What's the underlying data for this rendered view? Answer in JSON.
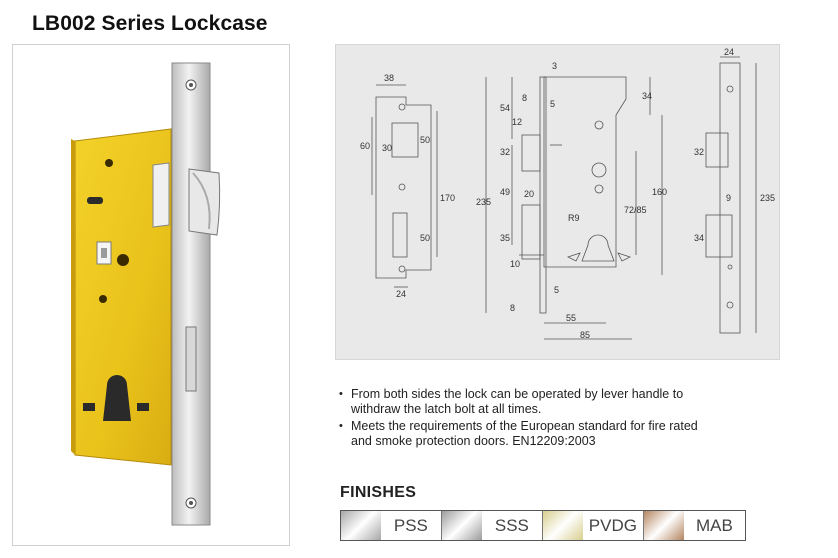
{
  "title": "LB002 Series Lockcase",
  "drawing": {
    "dimensions": {
      "d38": "38",
      "d60": "60",
      "d30": "30",
      "d50a": "50",
      "d170": "170",
      "d50b": "50",
      "d24a": "24",
      "d3": "3",
      "d8a": "8",
      "d5a": "5",
      "d54": "54",
      "d34a": "34",
      "d12": "12",
      "d32a": "32",
      "d49": "49",
      "d20": "20",
      "d235a": "235",
      "d35": "35",
      "d10": "10",
      "d8b": "8",
      "d5b": "5",
      "d55": "55",
      "d85": "85",
      "d160": "160",
      "d7285": "72/85",
      "dR9": "R9",
      "d24b": "24",
      "d32b": "32",
      "d9": "9",
      "d34b": "34",
      "d235b": "235"
    }
  },
  "features": [
    {
      "line1": "From both sides the lock can be operated by lever handle to",
      "line2": "withdraw the latch bolt at all times."
    },
    {
      "line1": "Meets the requirements of the European standard for fire rated",
      "line2": "and smoke protection doors. EN12209:2003"
    }
  ],
  "finishes_title": "FINISHES",
  "finishes": [
    {
      "label": "PSS",
      "color": "#a7a7a7"
    },
    {
      "label": "SSS",
      "color": "#9c9c9c"
    },
    {
      "label": "PVDG",
      "color": "#d8cf8e"
    },
    {
      "label": "MAB",
      "color": "#b48560"
    }
  ]
}
